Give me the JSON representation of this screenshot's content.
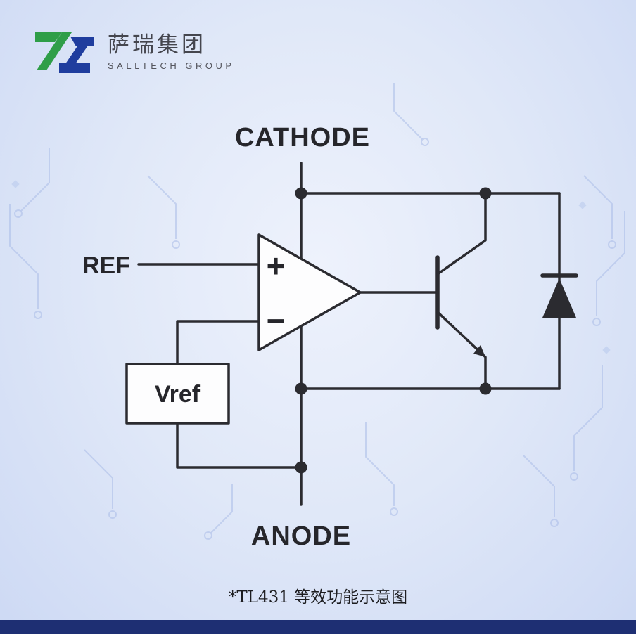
{
  "logo": {
    "name_cn": "萨瑞集团",
    "name_en": "SALLTECH GROUP"
  },
  "diagram": {
    "cathode_label": "CATHODE",
    "anode_label": "ANODE",
    "ref_label": "REF",
    "vref_label": "Vref",
    "opamp_plus": "+",
    "opamp_minus": "−"
  },
  "caption": "*TL431 等效功能示意图",
  "colors": {
    "wire": "#2b2b30",
    "logo_green": "#2f9e48",
    "logo_blue": "#1f3d9e",
    "footer_bar": "#1e2f73",
    "background": "#dfe7f8"
  }
}
